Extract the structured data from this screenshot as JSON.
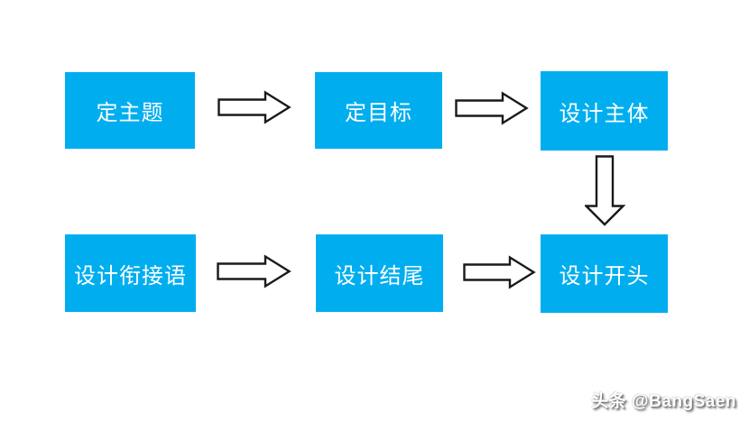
{
  "diagram": {
    "type": "flowchart",
    "background": "#FFFFFF",
    "node_fill": "#00AEEF",
    "node_text_color": "#FFFFFF",
    "arrow_fill": "#FFFFFF",
    "arrow_stroke": "#1A1A1A",
    "nodes": [
      {
        "id": "define-topic",
        "label": "定主题",
        "row": 1,
        "col": 1
      },
      {
        "id": "define-goal",
        "label": "定目标",
        "row": 1,
        "col": 2
      },
      {
        "id": "design-body",
        "label": "设计主体",
        "row": 1,
        "col": 3
      },
      {
        "id": "design-transitions",
        "label": "设计衔接语",
        "row": 2,
        "col": 1
      },
      {
        "id": "design-ending",
        "label": "设计结尾",
        "row": 2,
        "col": 2
      },
      {
        "id": "design-opening",
        "label": "设计开头",
        "row": 2,
        "col": 3
      }
    ],
    "edges": [
      {
        "from": "define-topic",
        "to": "define-goal",
        "direction": "right"
      },
      {
        "from": "define-goal",
        "to": "design-body",
        "direction": "right"
      },
      {
        "from": "design-body",
        "to": "design-opening",
        "direction": "down"
      },
      {
        "from": "design-transitions",
        "to": "design-ending",
        "direction": "right"
      },
      {
        "from": "design-ending",
        "to": "design-opening",
        "direction": "right"
      }
    ]
  },
  "watermark": {
    "text": "头条 @BangSaen"
  }
}
